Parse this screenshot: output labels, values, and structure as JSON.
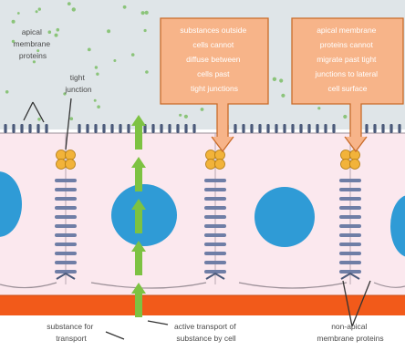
{
  "labels": {
    "apical_proteins": [
      "apical",
      "membrane",
      "proteins"
    ],
    "tight_junction": [
      "tight",
      "junction"
    ],
    "box_outside": [
      "substances outside",
      "cells cannot",
      "diffuse between",
      "cells past",
      "tight junctions"
    ],
    "box_apical": [
      "apical membrane",
      "proteins cannot",
      "migrate past tight",
      "junctions to lateral",
      "cell surface"
    ],
    "substance_transport": [
      "substance for",
      "transport"
    ],
    "active_transport": [
      "active transport of",
      "substance by cell"
    ],
    "nonapical": [
      "non-apical",
      "membrane proteins"
    ]
  },
  "colors": {
    "lumen": "#dfe5e8",
    "dots": "#8bc47a",
    "cytoplasm": "#fbe8ee",
    "basement": "#f25a1a",
    "nucleus": "#2f9bd6",
    "junction": "#f2b33a",
    "receptor": "#4b5a7a",
    "protein": "#6f7ea6",
    "arrow": "#7dc242",
    "box_fill": "#f7b489",
    "box_stroke": "#c96c2a",
    "text": "#4a4a4a"
  }
}
